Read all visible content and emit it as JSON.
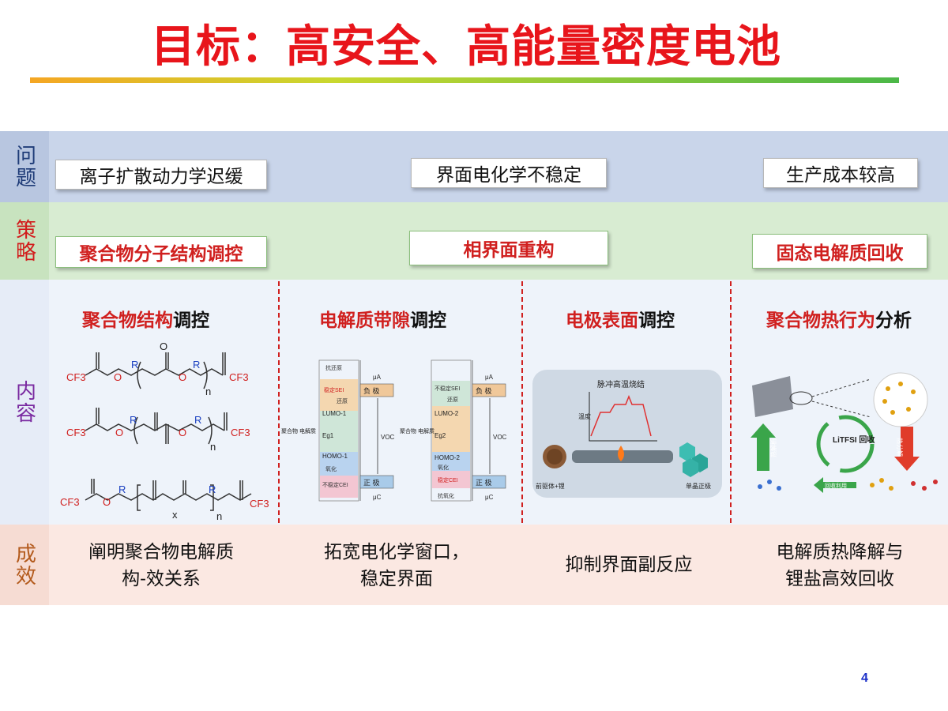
{
  "title": "目标：高安全、高能量密度电池",
  "rows": {
    "problem_label": "问题",
    "strategy_label": "策略",
    "content_label": "内容",
    "result_label": "成效"
  },
  "problems": [
    "离子扩散动力学迟缓",
    "界面电化学不稳定",
    "生产成本较高"
  ],
  "strategies": [
    "聚合物分子结构调控",
    "相界面重构",
    "固态电解质回收"
  ],
  "columns": [
    {
      "title_red": "聚合物结构",
      "title_black": "调控"
    },
    {
      "title_red": "电解质带隙",
      "title_black": "调控"
    },
    {
      "title_red": "电极表面",
      "title_black": "调控"
    },
    {
      "title_red": "聚合物热行为",
      "title_black": "分析"
    }
  ],
  "results": [
    [
      "阐明聚合物电解质",
      "构-效关系"
    ],
    [
      "拓宽电化学窗口，",
      "稳定界面"
    ],
    [
      "抑制界面副反应"
    ],
    [
      "电解质热降解与",
      "锂盐高效回收"
    ]
  ],
  "chem": {
    "cf3": "CF3",
    "o": "O",
    "r": "R",
    "n": "n",
    "x": "x"
  },
  "band_diagram_1": {
    "anode_label": "负 极",
    "cathode_label": "正 极",
    "mu_a": "μA",
    "mu_c": "μC",
    "voc": "VOC",
    "lumo": "LUMO-1",
    "homo": "HOMO-1",
    "eg": "Eg1",
    "top_label": "抗还原",
    "sei": "稳定SEI",
    "reduction": "还原",
    "oxidation": "氧化",
    "cei": "不稳定CEI",
    "side": "聚合物 电解质"
  },
  "band_diagram_2": {
    "anode_label": "负 极",
    "cathode_label": "正 极",
    "mu_a": "μA",
    "mu_c": "μC",
    "voc": "VOC",
    "lumo": "LUMO-2",
    "homo": "HOMO-2",
    "eg": "Eg2",
    "sei": "不稳定SEI",
    "reduction": "还原",
    "oxidation": "氧化",
    "cei": "稳定CEI",
    "bottom_label": "抗氧化",
    "side": "聚合物 电解质"
  },
  "electrode_panel": {
    "heading": "脉冲高温烧结",
    "y_axis": "温度",
    "precursor": "前驱体+锂",
    "product": "单晶正极"
  },
  "thermal_panel": {
    "center_label": "LiTFSI 回收",
    "left_arrow": "热解析",
    "right_arrow": "热分解",
    "bottom_arrow": "回收利用"
  },
  "page_number": "4",
  "colors": {
    "title": "#e8151b",
    "accent_red": "#d0201f",
    "problem_band": "#c9d5ea",
    "strategy_band": "#d8ecd2",
    "content_band": "#eef3fa",
    "result_band": "#fbe8e2"
  }
}
